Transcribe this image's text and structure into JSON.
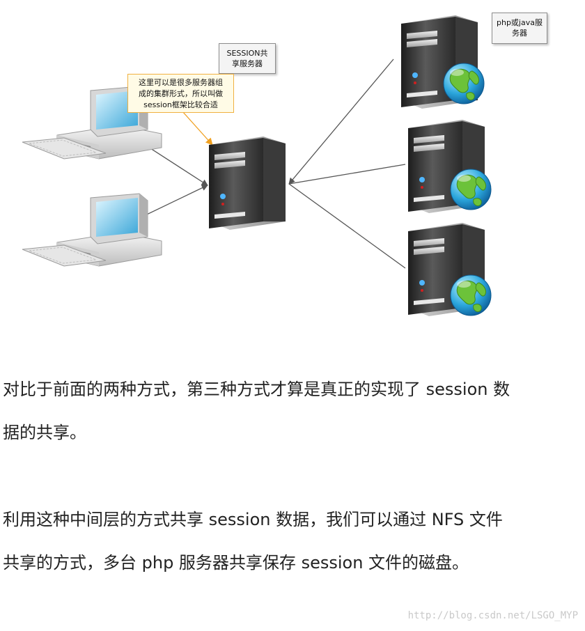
{
  "diagram": {
    "session_label_line1": "SESSION共",
    "session_label_line2": "享服务器",
    "php_label_line1": "php或java服",
    "php_label_line2": "务器",
    "note_line1": "这里可以是很多服务器组",
    "note_line2": "成的集群形式，所以叫做",
    "note_line3": "session框架比较合适"
  },
  "article": {
    "p1_line1": "对比于前面的两种方式，第三种方式才算是真正的实现了 session 数",
    "p1_line2": "据的共享。",
    "p2_line1": "利用这种中间层的方式共享 session 数据，我们可以通过 NFS 文件",
    "p2_line2": "共享的方式，多台 php 服务器共享保存 session 文件的磁盘。"
  },
  "watermark": "http://blog.csdn.net/LSGO_MYP"
}
